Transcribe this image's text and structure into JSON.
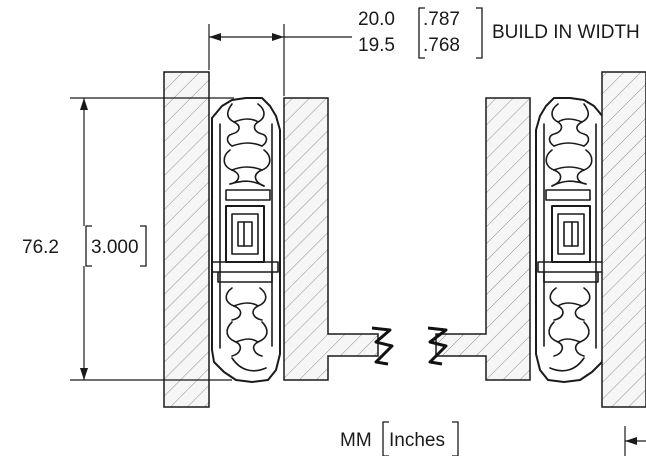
{
  "dimensions": {
    "width_mm_max": "20.0",
    "width_mm_min": "19.5",
    "width_in_max": ".787",
    "width_in_min": ".768",
    "width_caption": "BUILD IN WIDTH",
    "height_mm": "76.2",
    "height_in": "3.000"
  },
  "units_caption": {
    "primary": "MM",
    "secondary": "Inches"
  },
  "colors": {
    "line": "#1a1a1a",
    "hatch": "#9a9a9a",
    "hatch_fill": "#f4f4f4"
  }
}
